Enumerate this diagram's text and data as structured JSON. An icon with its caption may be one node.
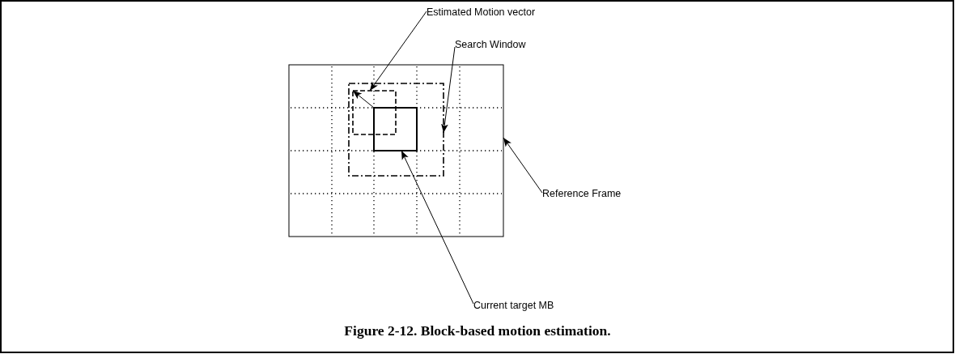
{
  "diagram": {
    "caption": "Figure 2-12. Block-based motion estimation.",
    "nodes": [
      {
        "text": [
          "Estimated Motion vector"
        ]
      },
      {
        "text": [
          "Search Window"
        ]
      },
      {
        "text": [],
        "shape": "box"
      },
      {
        "text": [],
        "shape": "box",
        "in": 2
      },
      {
        "text": [],
        "shape": "box",
        "in": 3
      },
      {
        "text": [],
        "shape": "box",
        "in": 3
      },
      {
        "text": [
          "Reference Frame"
        ]
      },
      {
        "text": [
          "Current target MB"
        ]
      }
    ],
    "edges": [
      {
        "from": 0,
        "to": 4,
        "arrow": "to"
      },
      {
        "from": 1,
        "to": 3,
        "arrow": "to"
      },
      {
        "from": 5,
        "to": 4,
        "arrow": "to"
      },
      {
        "from": 6,
        "to": 2,
        "arrow": "to"
      },
      {
        "from": 7,
        "to": 5,
        "arrow": "to"
      }
    ]
  }
}
